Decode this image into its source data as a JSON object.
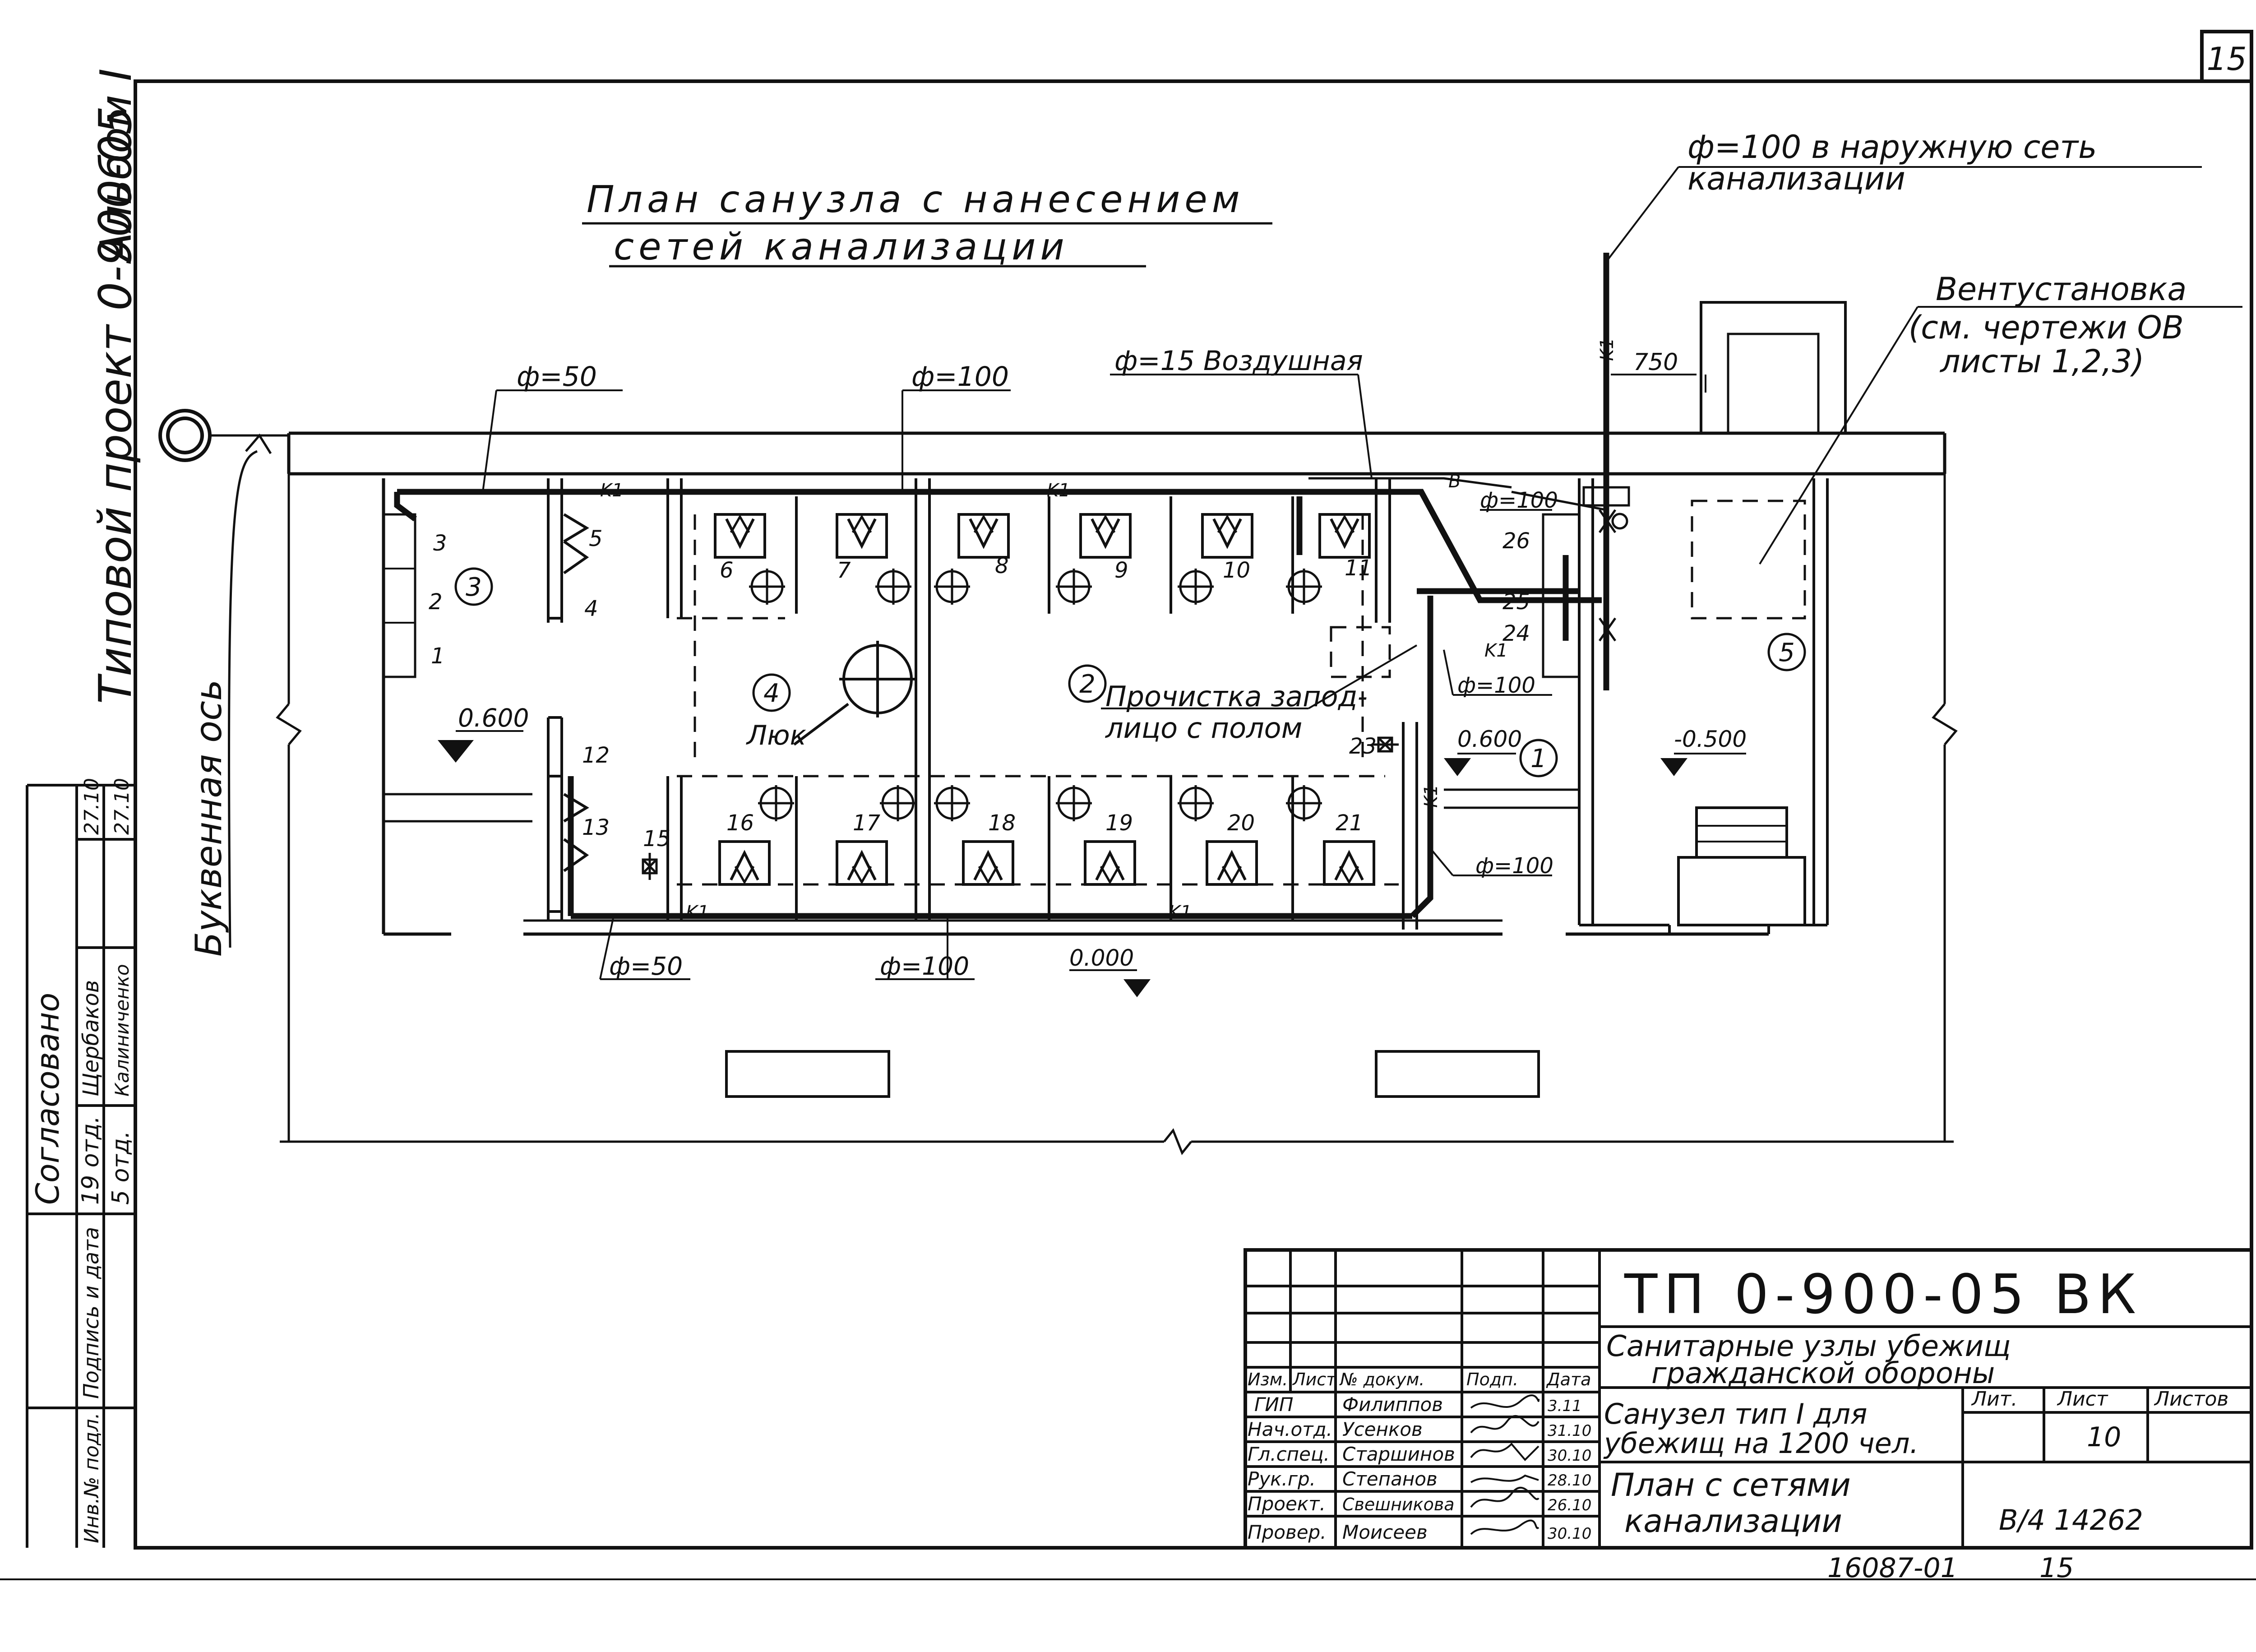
{
  "sheet_number": "15",
  "album": "Альбом I",
  "project_vertical": "Типовой проект 0-900-05",
  "plan_title": [
    "План санузла с нанесением",
    "сетей канализации"
  ],
  "axis_label": "Буквенная ось",
  "pipe_labels": {
    "outlet_line1": "ф=100 в наружную сеть",
    "outlet_line2": "канализации",
    "f50_top": "ф=50",
    "f100_top": "ф=100",
    "air": "ф=15 Воздушная",
    "f100_right": "ф=100",
    "f100_mid": "ф=100",
    "f100_lower": "ф=100",
    "f50_bottom": "ф=50",
    "f100_bottom": "ф=100",
    "dim_750": "750"
  },
  "vent": {
    "title": "Вентустановка",
    "line1": "(см. чертежи ОВ",
    "line2": "листы 1,2,3)"
  },
  "notes": {
    "cleanout_line1": "Прочистка запод-",
    "cleanout_line2": "лицо с полом",
    "hatch": "Люк"
  },
  "levels": {
    "left": "0.600",
    "right": "0.600",
    "vent_room": "-0.500",
    "outside": "0.000"
  },
  "room_numbers": [
    "1",
    "2",
    "3",
    "4",
    "5"
  ],
  "fixture_numbers_top": [
    "6",
    "7",
    "8",
    "9",
    "10",
    "11"
  ],
  "fixture_numbers_bottom": [
    "16",
    "17",
    "18",
    "19",
    "20",
    "21"
  ],
  "fixture_numbers_left": [
    "1",
    "2",
    "3",
    "4",
    "5",
    "12",
    "13",
    "15"
  ],
  "fixture_numbers_right": [
    "23",
    "24",
    "25",
    "26"
  ],
  "pipe_marks": [
    "K1",
    "K1",
    "K1",
    "K1",
    "K1",
    "K1",
    "K1",
    "В"
  ],
  "agreement": {
    "title": "Согласовано",
    "rows": [
      {
        "dept": "19 отд.",
        "name": "Щербаков",
        "date": "27.10"
      },
      {
        "dept": "5 отд.",
        "name": "Калиниченко",
        "date": "27.10"
      }
    ]
  },
  "left_stamp": {
    "inv": "Инв.№ подл.",
    "sign": "Подпись и дата"
  },
  "title_block": {
    "code": "ТП 0-900-05 ВК",
    "header": [
      "Изм.",
      "Лист",
      "№ докум.",
      "Подп.",
      "Дата"
    ],
    "people": [
      {
        "role": "ГИП",
        "name": "Филиппов",
        "date": "3.11"
      },
      {
        "role": "Нач.отд.",
        "name": "Усенков",
        "date": "31.10"
      },
      {
        "role": "Гл.спец.",
        "name": "Старшинов",
        "date": "30.10"
      },
      {
        "role": "Рук.гр.",
        "name": "Степанов",
        "date": "28.10"
      },
      {
        "role": "Проект.",
        "name": "Свешникова",
        "date": "26.10"
      },
      {
        "role": "Провер.",
        "name": "Моисеев",
        "date": "30.10"
      }
    ],
    "subject_line1": "Санитарные узлы убежищ",
    "subject_line2": "гражданской обороны",
    "sheet_title_line1": "Санузел тип I для",
    "sheet_title_line2": "убежищ на 1200 чел.",
    "drawing_title_line1": "План с сетями",
    "drawing_title_line2": "канализации",
    "lit_label": "Лит.",
    "sheet_label": "Лист",
    "sheets_label": "Листов",
    "sheet_value": "10",
    "archive": "В/4 14262"
  },
  "footer": {
    "order": "16087-01",
    "page": "15"
  }
}
